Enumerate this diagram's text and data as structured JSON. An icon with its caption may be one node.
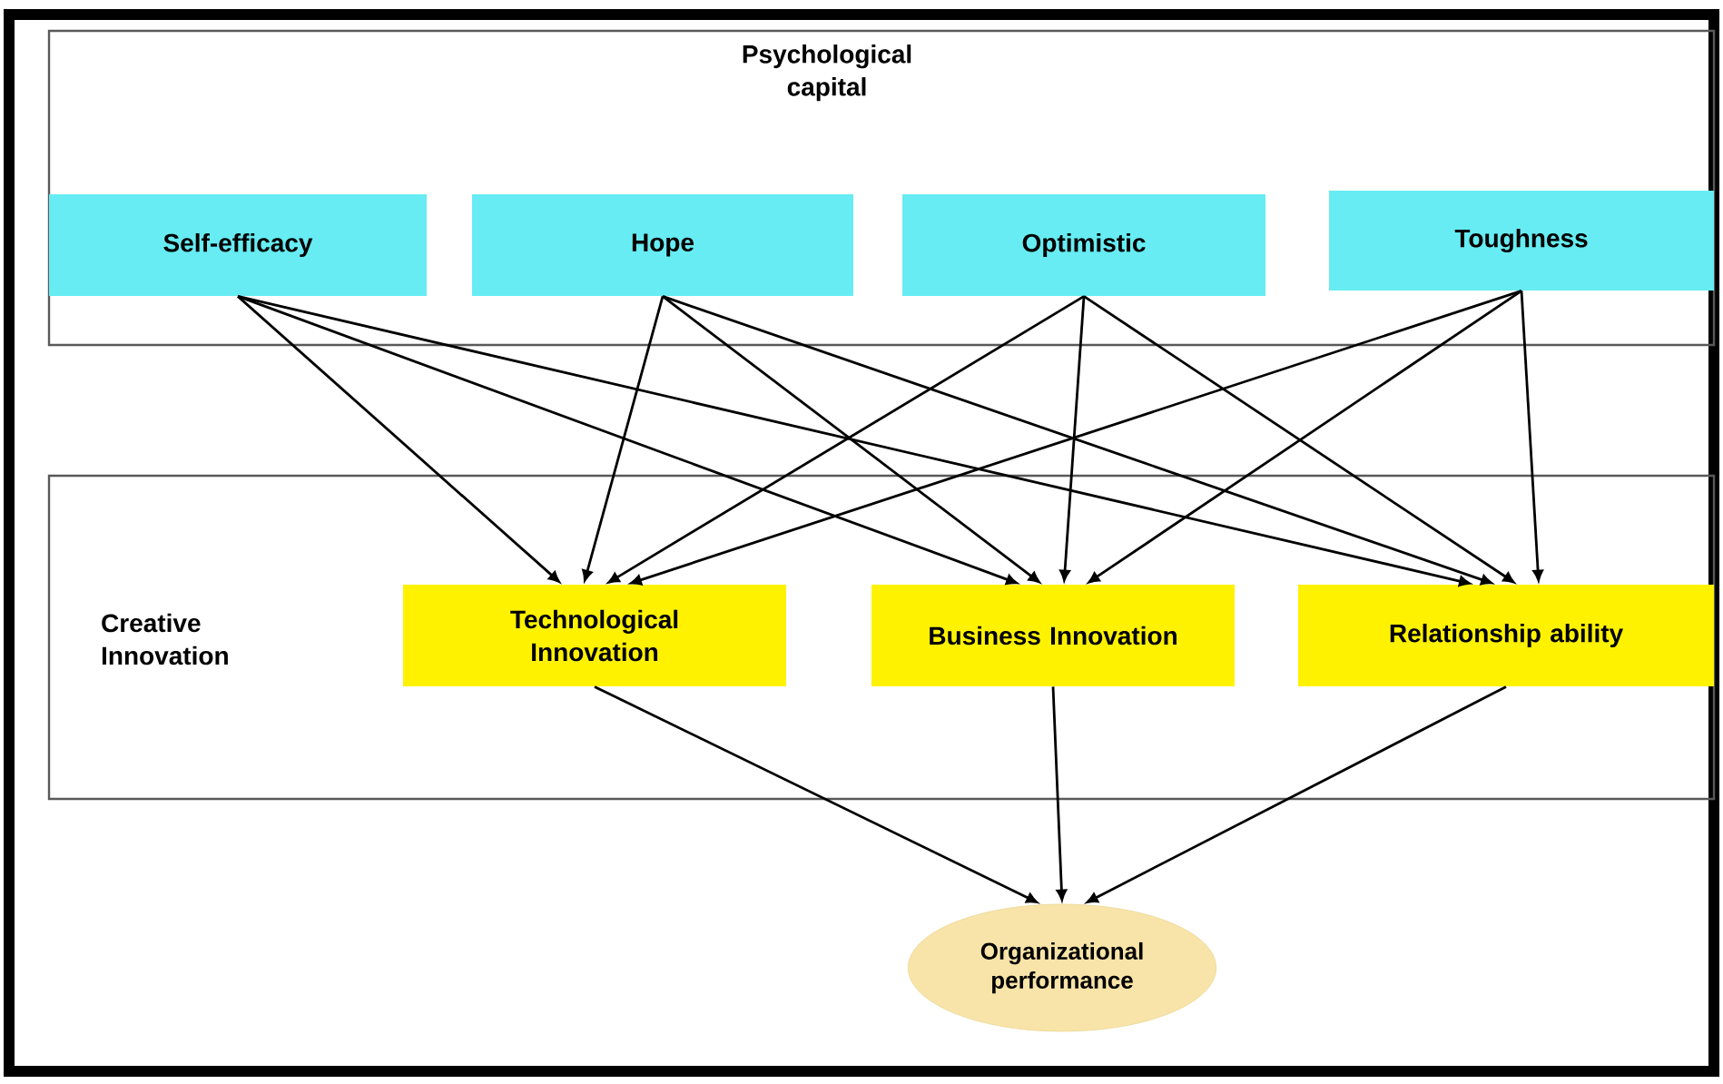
{
  "diagram": {
    "nodes": [
      {
        "text": [
          "Psychological capital"
        ]
      },
      {
        "text": [
          "Self-efficacy"
        ],
        "in": 0
      },
      {
        "text": [
          "Hope"
        ],
        "in": 0
      },
      {
        "text": [
          "Optimistic"
        ],
        "in": 0
      },
      {
        "text": [
          "Toughness"
        ],
        "in": 0
      },
      {
        "text": [
          "Creative Innovation"
        ]
      },
      {
        "text": [
          "Technological Innovation"
        ],
        "in": 5
      },
      {
        "text": [
          "Business Innovation"
        ],
        "in": 5
      },
      {
        "text": [
          "Relationship ability"
        ],
        "in": 5
      },
      {
        "text": [
          "Organizational performance"
        ]
      }
    ],
    "edges": [
      {
        "from": 1,
        "to": 6,
        "arrow": "to"
      },
      {
        "from": 1,
        "to": 7,
        "arrow": "to"
      },
      {
        "from": 1,
        "to": 8,
        "arrow": "to"
      },
      {
        "from": 2,
        "to": 6,
        "arrow": "to"
      },
      {
        "from": 2,
        "to": 7,
        "arrow": "to"
      },
      {
        "from": 2,
        "to": 8,
        "arrow": "to"
      },
      {
        "from": 3,
        "to": 6,
        "arrow": "to"
      },
      {
        "from": 3,
        "to": 7,
        "arrow": "to"
      },
      {
        "from": 3,
        "to": 8,
        "arrow": "to"
      },
      {
        "from": 4,
        "to": 6,
        "arrow": "to"
      },
      {
        "from": 4,
        "to": 7,
        "arrow": "to"
      },
      {
        "from": 4,
        "to": 8,
        "arrow": "to"
      },
      {
        "from": 6,
        "to": 9,
        "arrow": "to"
      },
      {
        "from": 7,
        "to": 9,
        "arrow": "to"
      },
      {
        "from": 8,
        "to": 9,
        "arrow": "to"
      }
    ]
  }
}
